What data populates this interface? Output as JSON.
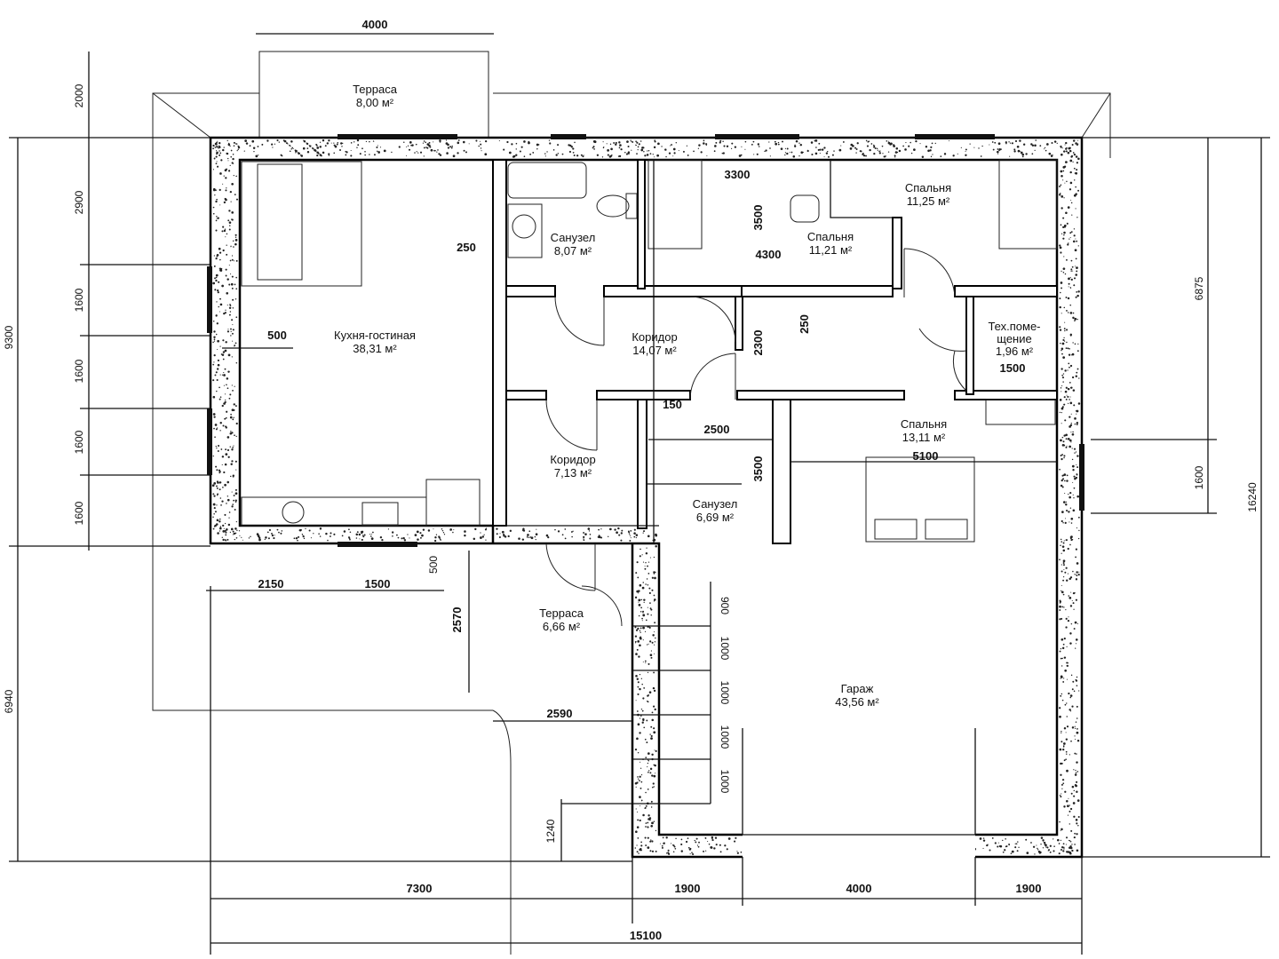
{
  "rooms": {
    "terrace_top": {
      "name": "Терраса",
      "area": "8,00 м²"
    },
    "kitchen": {
      "name": "Кухня-гостиная",
      "area": "38,31 м²"
    },
    "bath1": {
      "name": "Санузел",
      "area": "8,07 м²"
    },
    "bedroom2": {
      "name": "Спальня",
      "area": "11,21 м²"
    },
    "bedroom1": {
      "name": "Спальня",
      "area": "11,25 м²"
    },
    "corridor1": {
      "name": "Коридор",
      "area": "14,07 м²"
    },
    "tech": {
      "name1": "Тех.поме-",
      "name2": "щение",
      "area": "1,96 м²"
    },
    "corridor2": {
      "name": "Коридор",
      "area": "7,13 м²"
    },
    "bath2": {
      "name": "Санузел",
      "area": "6,69 м²"
    },
    "bedroom3": {
      "name": "Спальня",
      "area": "13,11 м²"
    },
    "terrace_bottom": {
      "name": "Терраса",
      "area": "6,66 м²"
    },
    "garage": {
      "name": "Гараж",
      "area": "43,56 м²"
    }
  },
  "dimensions": {
    "top": "4000",
    "left_outer": [
      "9300",
      "6940"
    ],
    "left_inner": [
      "2000",
      "2900",
      "1600",
      "1600",
      "1600",
      "1600"
    ],
    "right": [
      "6875",
      "1600",
      "16240"
    ],
    "interior": [
      "3300",
      "3500",
      "4300",
      "250",
      "2300",
      "250",
      "1500",
      "150",
      "2500",
      "3500",
      "5100",
      "500",
      "2150",
      "1500",
      "500",
      "2570",
      "2590",
      "1240"
    ],
    "garage_side": [
      "900",
      "1000",
      "1000",
      "1000",
      "1000"
    ],
    "bottom": [
      "7300",
      "1900",
      "4000",
      "1900",
      "15100"
    ]
  }
}
